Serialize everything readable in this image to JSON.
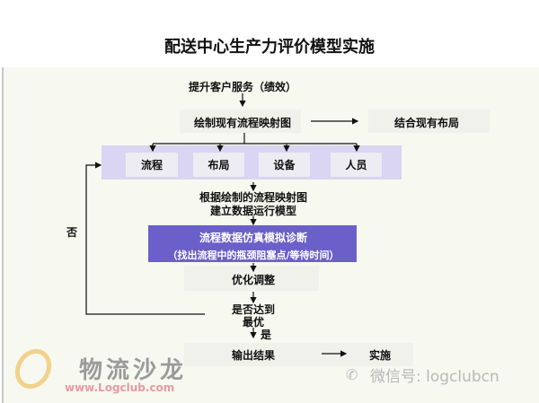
{
  "title": "配送中心生产力评价模型实施",
  "nodes": {
    "goal": "提升客户服务（绩效）",
    "map": "绘制现有流程映射图",
    "layout": "结合现有布局",
    "factors": [
      "流程",
      "布局",
      "设备",
      "人员"
    ],
    "model_l1": "根据绘制的流程映射图",
    "model_l2": "建立数据运行模型",
    "sim_l1": "流程数据仿真模拟诊断",
    "sim_l2": "（找出流程中的瓶颈阻塞点/等待时间）",
    "optimize": "优化调整",
    "check_l1": "是否达到",
    "check_l2": "最优",
    "yes": "是",
    "no": "否",
    "output": "输出结果",
    "implement": "实施"
  },
  "watermark": {
    "logo_text": "物流沙龙",
    "logo_url": "www.Logclub.com",
    "wechat": "微信号: logclubcn"
  },
  "colors": {
    "band": "#d9d5f2",
    "sim_box": "#6b60c9"
  }
}
